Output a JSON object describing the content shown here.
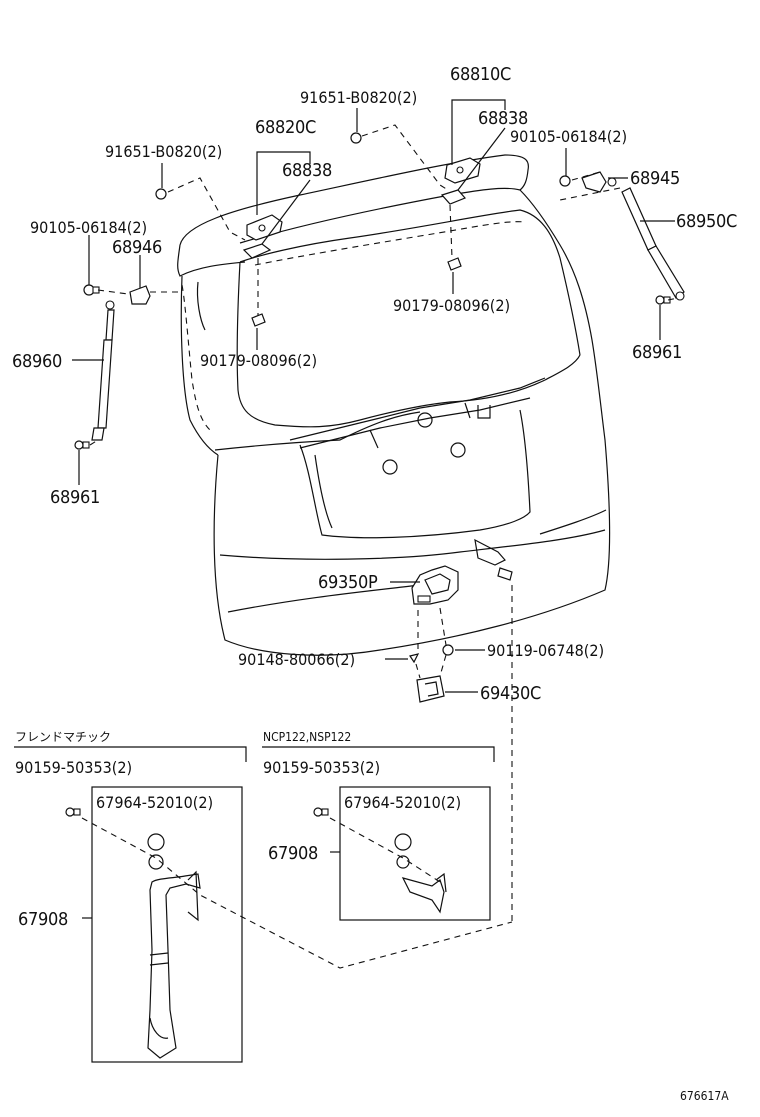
{
  "labels": {
    "p68810C": "68810C",
    "p91651_right": "91651-B0820(2)",
    "p68838_right": "68838",
    "p90105_right": "90105-06184(2)",
    "p68945": "68945",
    "p68950C": "68950C",
    "p68961_right": "68961",
    "p91651_left": "91651-B0820(2)",
    "p68820C": "68820C",
    "p68838_left": "68838",
    "p90105_left": "90105-06184(2)",
    "p68946": "68946",
    "p68960": "68960",
    "p68961_left": "68961",
    "p90179_right": "90179-08096(2)",
    "p90179_left": "90179-08096(2)",
    "p69350P": "69350P",
    "p90119": "90119-06748(2)",
    "p90148": "90148-80066(2)",
    "p69430C": "69430C",
    "variant_left": "フレンドマチック",
    "variant_right": "NCP122,NSP122",
    "p90159_left": "90159-50353(2)",
    "p90159_right": "90159-50353(2)",
    "p67964_left": "67964-52010(2)",
    "p67964_right": "67964-52010(2)",
    "p67908_left": "67908",
    "p67908_right": "67908",
    "drawing_no": "676617A"
  }
}
